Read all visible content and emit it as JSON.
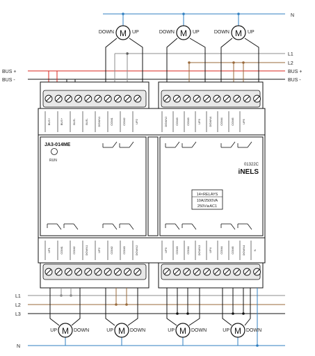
{
  "wiring": {
    "top_neutral": "N",
    "top_l1": "L1",
    "top_l2": "L2",
    "right_bus_plus": "BUS +",
    "right_bus_minus": "BUS -",
    "left_bus_plus": "BUS +",
    "left_bus_minus": "BUS -",
    "bottom_l1": "L1",
    "bottom_l2": "L2",
    "bottom_l3": "L3",
    "bottom_neutral": "N"
  },
  "motors_top": [
    {
      "symbol": "M",
      "left": "DOWN",
      "right": "UP"
    },
    {
      "symbol": "M",
      "left": "DOWN",
      "right": "UP"
    },
    {
      "symbol": "M",
      "left": "DOWN",
      "right": "UP"
    }
  ],
  "motors_bottom": [
    {
      "symbol": "M",
      "left": "UP",
      "right": "DOWN"
    },
    {
      "symbol": "M",
      "left": "UP",
      "right": "DOWN"
    },
    {
      "symbol": "M",
      "left": "UP",
      "right": "DOWN"
    },
    {
      "symbol": "M",
      "left": "UP",
      "right": "DOWN"
    }
  ],
  "module": {
    "model": "JA3-014ME",
    "run": "RUN",
    "code": "01322C",
    "brand": "iNELS",
    "spec_1": "14×RELAYS",
    "spec_2": "10A/2500VA",
    "spec_3": "250V≅AC1"
  },
  "terminals_top": [
    "BUS+",
    "BUS+",
    "BUS-",
    "BUS-",
    "DOWN1",
    "COM1",
    "COM2",
    "UP2",
    "DOWN2",
    "COM3",
    "COM3",
    "UP3",
    "DOWN4",
    "COM4",
    "COM5",
    "UP5"
  ],
  "terminals_bottom": [
    "UP1",
    "COM1",
    "COM2",
    "DOWN1",
    "UP2",
    "COM2",
    "COM3",
    "DOWN2",
    "UP3",
    "COM3",
    "COM4",
    "DOWN3",
    "UP4",
    "COM4",
    "COM5",
    "DOWN4",
    "N"
  ],
  "colors": {
    "red": "#d9261c",
    "brown": "#9a6a3a",
    "gray": "#8c8c8c",
    "blue": "#2f7fc1",
    "black": "#111111"
  }
}
